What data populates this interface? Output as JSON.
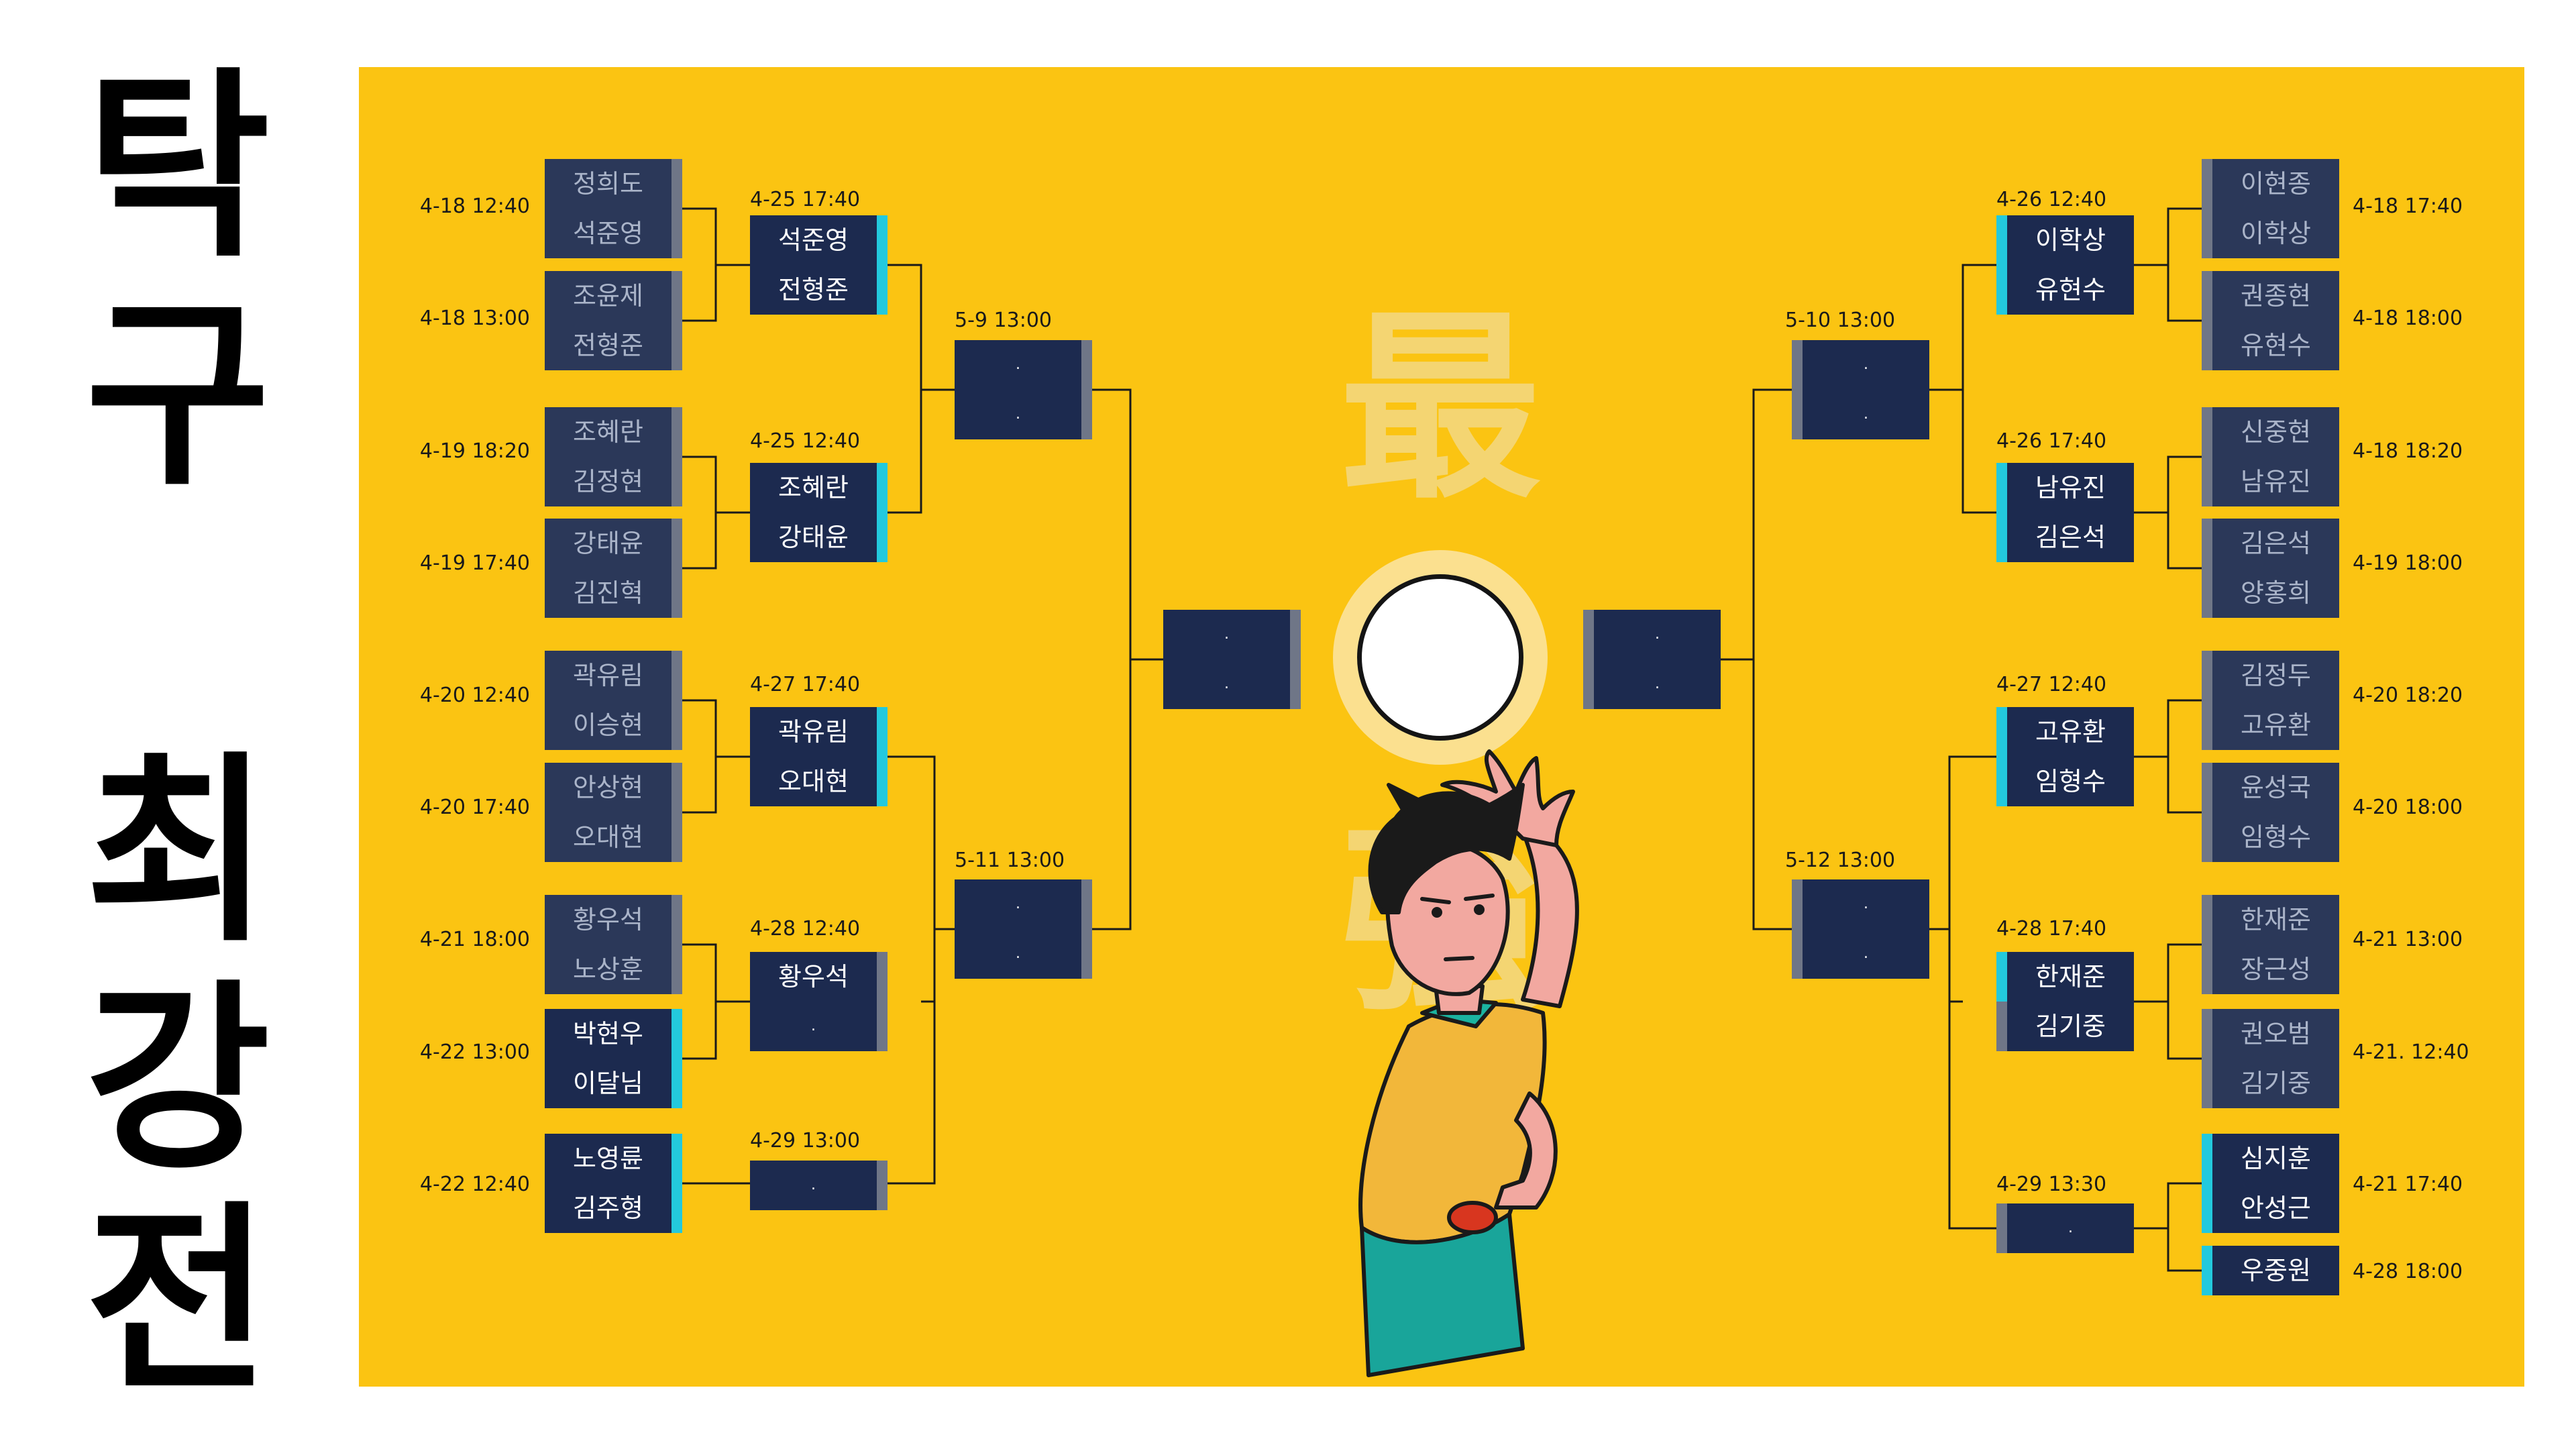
{
  "title": [
    "탁",
    "구",
    "최",
    "강",
    "전"
  ],
  "watermark": [
    "最",
    "強"
  ],
  "colors": {
    "background": "#fbc412",
    "box": "#1c2a4f",
    "accent": "#23c9dd",
    "gray_tab": "#6f7687"
  },
  "round1_left": [
    {
      "time": "4-18  12:40",
      "players": [
        "정희도",
        "석준영"
      ]
    },
    {
      "time": "4-18  13:00",
      "players": [
        "조윤제",
        "전형준"
      ]
    },
    {
      "time": "4-19  18:20",
      "players": [
        "조혜란",
        "김정현"
      ]
    },
    {
      "time": "4-19  17:40",
      "players": [
        "강태윤",
        "김진혁"
      ]
    },
    {
      "time": "4-20  12:40",
      "players": [
        "곽유림",
        "이승현"
      ]
    },
    {
      "time": "4-20  17:40",
      "players": [
        "안상현",
        "오대현"
      ]
    },
    {
      "time": "4-21  18:00",
      "players": [
        "황우석",
        "노상훈"
      ]
    },
    {
      "time": "4-22  13:00",
      "players": [
        "박현우",
        "이달님"
      ]
    },
    {
      "time": "4-22  12:40",
      "players": [
        "노영륜",
        "김주형"
      ]
    }
  ],
  "round2_left": [
    {
      "time": "4-25  17:40",
      "players": [
        "석준영",
        "전형준"
      ]
    },
    {
      "time": "4-25  12:40",
      "players": [
        "조혜란",
        "강태윤"
      ]
    },
    {
      "time": "4-27  17:40",
      "players": [
        "곽유림",
        "오대현"
      ]
    },
    {
      "time": "4-28  12:40",
      "players": [
        "황우석",
        "."
      ]
    },
    {
      "time": "4-29  13:00",
      "players": [
        "."
      ]
    }
  ],
  "qf_left": [
    {
      "time": "5-9  13:00",
      "players": [
        ".",
        "."
      ]
    },
    {
      "time": "5-11  13:00",
      "players": [
        ".",
        "."
      ]
    }
  ],
  "final_left": {
    "players": [
      ".",
      "."
    ]
  },
  "round1_right": [
    {
      "time": "4-18  17:40",
      "players": [
        "이현종",
        "이학상"
      ]
    },
    {
      "time": "4-18  18:00",
      "players": [
        "권종현",
        "유현수"
      ]
    },
    {
      "time": "4-18  18:20",
      "players": [
        "신중현",
        "남유진"
      ]
    },
    {
      "time": "4-19  18:00",
      "players": [
        "김은석",
        "양홍희"
      ]
    },
    {
      "time": "4-20  18:20",
      "players": [
        "김정두",
        "고유환"
      ]
    },
    {
      "time": "4-20  18:00",
      "players": [
        "윤성국",
        "임형수"
      ]
    },
    {
      "time": "4-21  13:00",
      "players": [
        "한재준",
        "장근성"
      ]
    },
    {
      "time": "4-21.  12:40",
      "players": [
        "권오범",
        "김기중"
      ]
    },
    {
      "time": "4-21  17:40",
      "players": [
        "심지훈",
        "안성근"
      ]
    },
    {
      "time": "4-28  18:00",
      "players": [
        "우중원"
      ]
    }
  ],
  "round2_right": [
    {
      "time": "4-26  12:40",
      "players": [
        "이학상",
        "유현수"
      ]
    },
    {
      "time": "4-26  17:40",
      "players": [
        "남유진",
        "김은석"
      ]
    },
    {
      "time": "4-27  12:40",
      "players": [
        "고유환",
        "임형수"
      ]
    },
    {
      "time": "4-28  17:40",
      "players": [
        "한재준",
        "김기중"
      ]
    },
    {
      "time": "4-29  13:30",
      "players": [
        "."
      ]
    }
  ],
  "qf_right": [
    {
      "time": "5-10  13:00",
      "players": [
        ".",
        "."
      ]
    },
    {
      "time": "5-12  13:00",
      "players": [
        ".",
        "."
      ]
    }
  ],
  "final_right": {
    "players": [
      ".",
      "."
    ]
  }
}
